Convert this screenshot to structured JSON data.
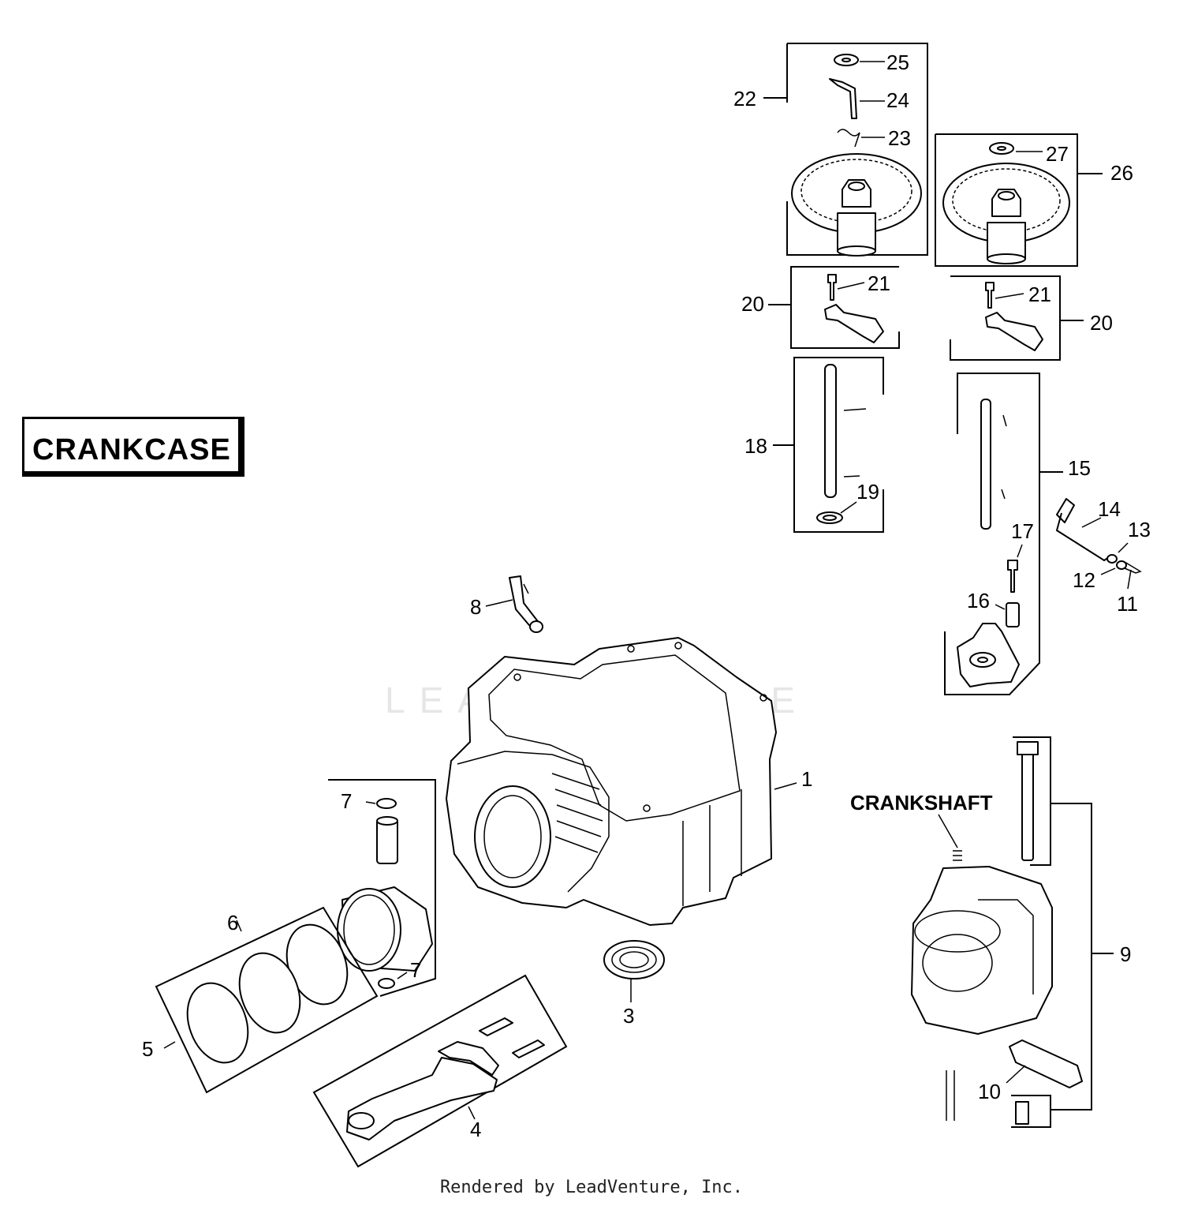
{
  "title": "CRANKCASE",
  "crankshaft_label": "CRANKSHAFT",
  "footer": "Rendered by LeadVenture, Inc.",
  "watermark": "LEADVENTURE",
  "callouts": {
    "c1": "1",
    "c3": "3",
    "c4": "4",
    "c5": "5",
    "c6": "6",
    "c7a": "7",
    "c7b": "7",
    "c8": "8",
    "c9": "9",
    "c10": "10",
    "c11": "11",
    "c12": "12",
    "c13": "13",
    "c14": "14",
    "c15": "15",
    "c16": "16",
    "c17": "17",
    "c18": "18",
    "c19": "19",
    "c20a": "20",
    "c20b": "20",
    "c21a": "21",
    "c21b": "21",
    "c22": "22",
    "c23": "23",
    "c24": "24",
    "c25": "25",
    "c26": "26",
    "c27": "27"
  }
}
